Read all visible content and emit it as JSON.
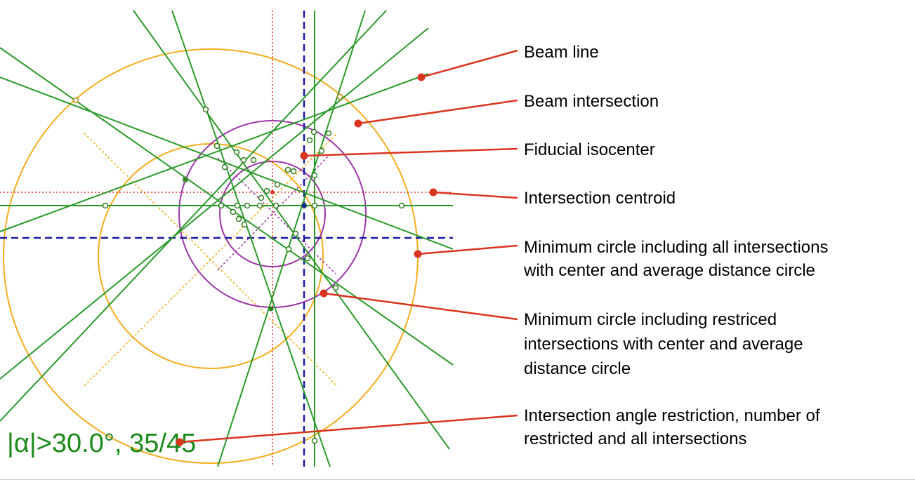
{
  "annotations": [
    {
      "key": "beam_line",
      "lines": [
        "Beam line"
      ]
    },
    {
      "key": "beam_intersection",
      "lines": [
        "Beam intersection"
      ]
    },
    {
      "key": "fiducial_isocenter",
      "lines": [
        "Fiducial isocenter"
      ]
    },
    {
      "key": "intersection_centroid",
      "lines": [
        "Intersection centroid"
      ]
    },
    {
      "key": "min_circle_all",
      "lines": [
        "Minimum circle including all intersections",
        "with center and average distance circle"
      ]
    },
    {
      "key": "min_circle_restricted",
      "lines": [
        "Minimum circle including restriced",
        "intersections with center and average",
        "distance circle"
      ]
    },
    {
      "key": "angle_restriction",
      "lines": [
        "Intersection angle restriction, number of",
        "restricted and all intersections"
      ]
    }
  ],
  "restriction_readout": "|α|>30.0°, 35/45",
  "colors": {
    "beam": "#2a9a2a",
    "beam_point": "#2e7d1e",
    "all_circle": "#f5ac1c",
    "restricted_circle": "#9b36a8",
    "fiducial": "#1a1aa6",
    "centroid": "#e0332a",
    "pointer": "#d9341f",
    "text": "#000000",
    "readout": "#1b8a1b"
  }
}
